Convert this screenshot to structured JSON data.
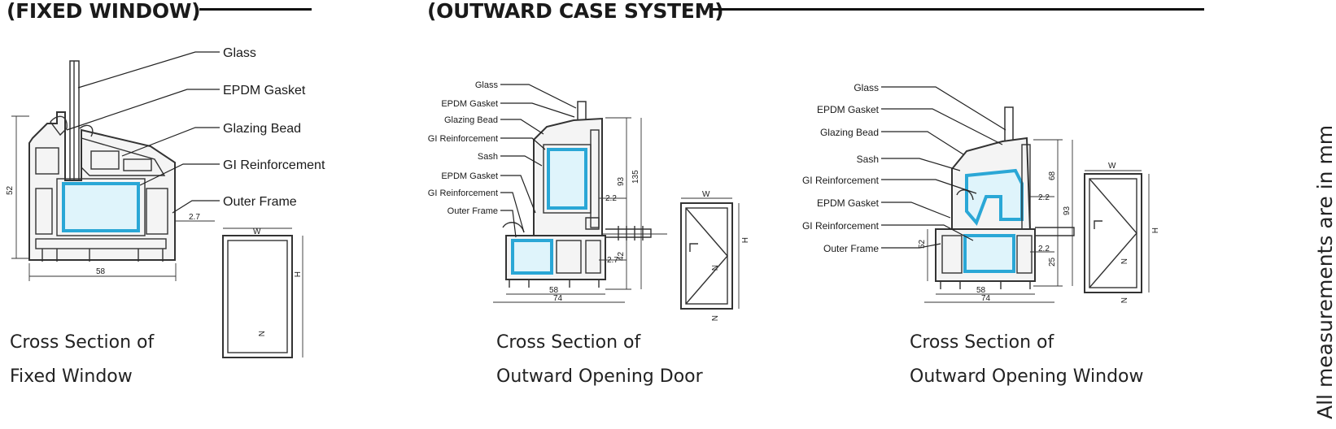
{
  "headings": {
    "fixed": "(FIXED WINDOW)",
    "outward": "(OUTWARD CASE SYSTEM)"
  },
  "fixed_window": {
    "labels": [
      "Glass",
      "EPDM Gasket",
      "Glazing Bead",
      "GI Reinforcement",
      "Outer Frame"
    ],
    "dims": {
      "height": "52",
      "width": "58",
      "gap": "2.7"
    },
    "sketch": {
      "w": "W",
      "h": "H",
      "n": "N"
    },
    "caption_line1": "Cross Section of",
    "caption_line2": "Fixed Window"
  },
  "door": {
    "labels": [
      "Glass",
      "EPDM Gasket",
      "Glazing Bead",
      "GI Reinforcement",
      "Sash",
      "EPDM Gasket",
      "GI Reinforcement",
      "Outer Frame"
    ],
    "dims": {
      "total": "135",
      "upper": "93",
      "lower": "42",
      "gap_upper": "2.2",
      "gap_lower": "2.7",
      "w_inner": "58",
      "w_outer": "74"
    },
    "sketch": {
      "w": "W",
      "h": "H",
      "n": "N",
      "n2": "N"
    },
    "caption_line1": "Cross Section of",
    "caption_line2": "Outward Opening Door"
  },
  "window": {
    "labels": [
      "Glass",
      "EPDM Gasket",
      "Glazing Bead",
      "Sash",
      "GI Reinforcement",
      "EPDM Gasket",
      "GI Reinforcement",
      "Outer Frame"
    ],
    "dims": {
      "total": "93",
      "upper": "68",
      "lower": "25",
      "frame": "52",
      "gap_upper": "2.2",
      "gap_lower": "2.2",
      "w_inner": "58",
      "w_outer": "74"
    },
    "sketch": {
      "w": "W",
      "h": "H",
      "n": "N",
      "n2": "N"
    },
    "caption_line1": "Cross Section of",
    "caption_line2": "Outward Opening Window"
  },
  "note": "All measurements are in mm",
  "colors": {
    "reinforcement": "#2aa7d6",
    "ink": "#1a1a1a"
  }
}
